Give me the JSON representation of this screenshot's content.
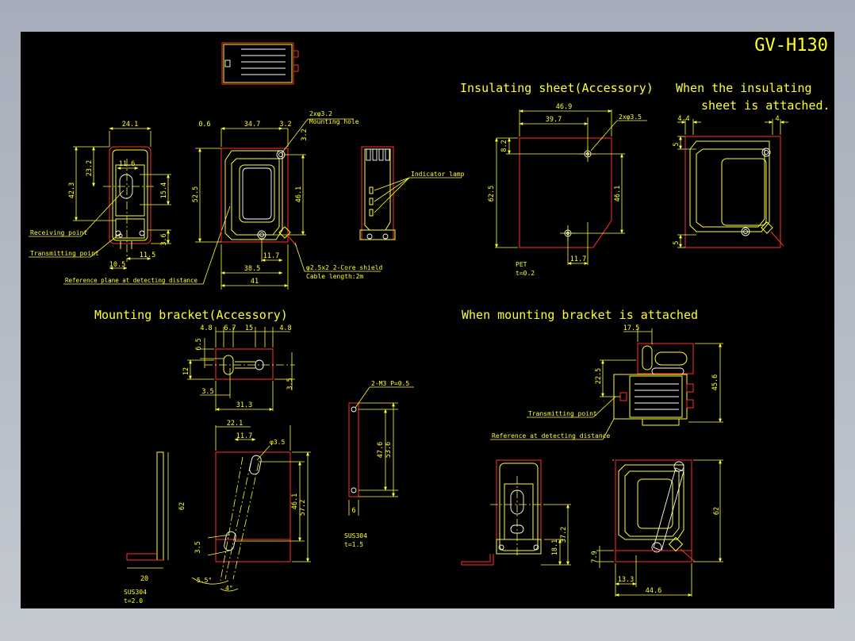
{
  "drawing": {
    "title": "GV-H130",
    "colors": {
      "background": "#000000",
      "frame": "#a5adba",
      "outline": "#ff3030",
      "dimension": "#ffff2a",
      "detail": "#ffffff"
    },
    "labels": {
      "insulating_sheet": "Insulating sheet(Accessory)",
      "when_insulating_1": "When the insulating",
      "when_insulating_2": "sheet is attached.",
      "mounting_bracket": "Mounting bracket(Accessory)",
      "when_mounting": "When mounting bracket is attached",
      "mounting_hole_1": "2xφ3.2",
      "mounting_hole_2": "Mounting hole",
      "indicator_lamp": "Indicator lamp",
      "receiving_point": "Receiving point",
      "transmitting_point": "Transmitting point",
      "reference_plane": "Reference plane at detecting distance",
      "cable_1": "φ2.5x2 2-Core shield",
      "cable_2": "Cable length:2m",
      "sheet_holes": "2xφ3.5",
      "pet": "PET",
      "pet_t": "t=0.2",
      "screws": "2-M3 P=0.5",
      "sus_1": "SUS304",
      "sus_1_t": "t=1.5",
      "sus_2": "SUS304",
      "sus_2_t": "t=2.0",
      "transmitting_point_2": "Transmitting point",
      "reference_detecting": "Reference at detecting distance",
      "bracket_hole": "φ3.5"
    },
    "dims": {
      "sv_24_1": "24.1",
      "sv_23_2": "23.2",
      "sv_42_3": "42.3",
      "sv_11_6": "11.6",
      "sv_15_4": "15.4",
      "sv_3_6": "3.6",
      "sv_10_5": "10.5",
      "sv_11_5": "11.5",
      "fv_0_6": "0.6",
      "fv_34_7": "34.7",
      "fv_3_2a": "3.2",
      "fv_3_2b": "3.2",
      "fv_52_5": "52.5",
      "fv_46_1": "46.1",
      "fv_11_7": "11.7",
      "fv_38_5": "38.5",
      "fv_41": "41",
      "is_46_9": "46.9",
      "is_39_7": "39.7",
      "is_8_2": "8.2",
      "is_62_5": "62.5",
      "is_46_1": "46.1",
      "is_11_7": "11.7",
      "wi_4_4": "4.4",
      "wi_4": "4",
      "wi_5a": "5",
      "wi_5b": "5",
      "mb_4_8a": "4.8",
      "mb_6_7": "6.7",
      "mb_15": "15",
      "mb_4_8b": "4.8",
      "mb_6_5": "6.5",
      "mb_12": "12",
      "mb_3_5a": "3.5",
      "mb_3_5b": "3.5",
      "mb_31_3": "31.3",
      "mb_22_1": "22.1",
      "mb_11_7": "11.7",
      "mb_62": "62",
      "mb_46_1": "46.1",
      "mb_57_2": "57.2",
      "mb_3_5c": "3.5",
      "mb_5_5": "5.5°",
      "mb_4deg": "4°",
      "mb_20": "20",
      "st_47_6": "47.6",
      "st_53_6": "53.6",
      "st_6": "6",
      "wm_17_5": "17.5",
      "wm_22_5": "22.5",
      "wm_45_6": "45.6",
      "wm_37_2": "37.2",
      "wm_18_1": "18.1",
      "wm_62": "62",
      "wm_7_9": "7.9",
      "wm_13_3": "13.3",
      "wm_44_6": "44.6"
    }
  }
}
